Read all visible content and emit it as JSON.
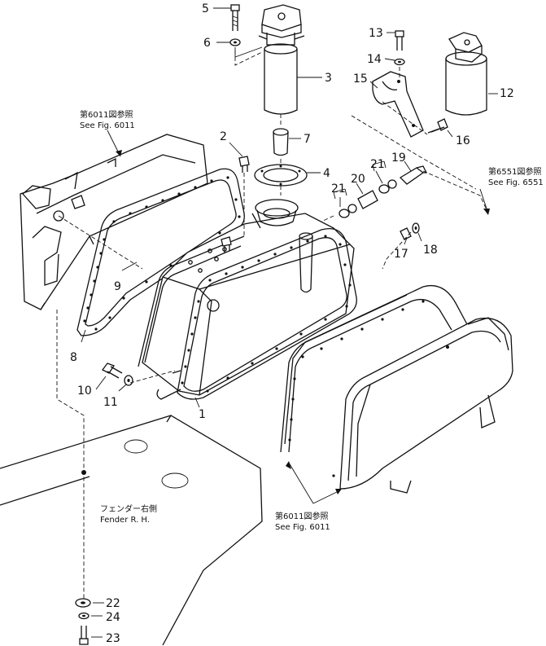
{
  "colors": {
    "ink": "#111111",
    "paper": "#ffffff"
  },
  "part_numbers": {
    "p1": "1",
    "p2": "2",
    "p3": "3",
    "p4": "4",
    "p5": "5",
    "p6": "6",
    "p7": "7",
    "p8": "8",
    "p9": "9",
    "p10": "10",
    "p11": "11",
    "p12": "12",
    "p13": "13",
    "p14": "14",
    "p15": "15",
    "p16": "16",
    "p17": "17",
    "p18": "18",
    "p19": "19",
    "p20": "20",
    "p21a": "21",
    "p21b": "21",
    "p22": "22",
    "p23": "23",
    "p24": "24"
  },
  "references": {
    "ref_6011_top": {
      "jp": "第6011図参照",
      "en": "See Fig. 6011"
    },
    "ref_6551": {
      "jp": "第6551図参照",
      "en": "See Fig. 6551"
    },
    "ref_6011_bottom": {
      "jp": "第6011図参照",
      "en": "See Fig. 6011"
    },
    "fender": {
      "jp": "フェンダー右側",
      "en": "Fender R. H."
    }
  }
}
